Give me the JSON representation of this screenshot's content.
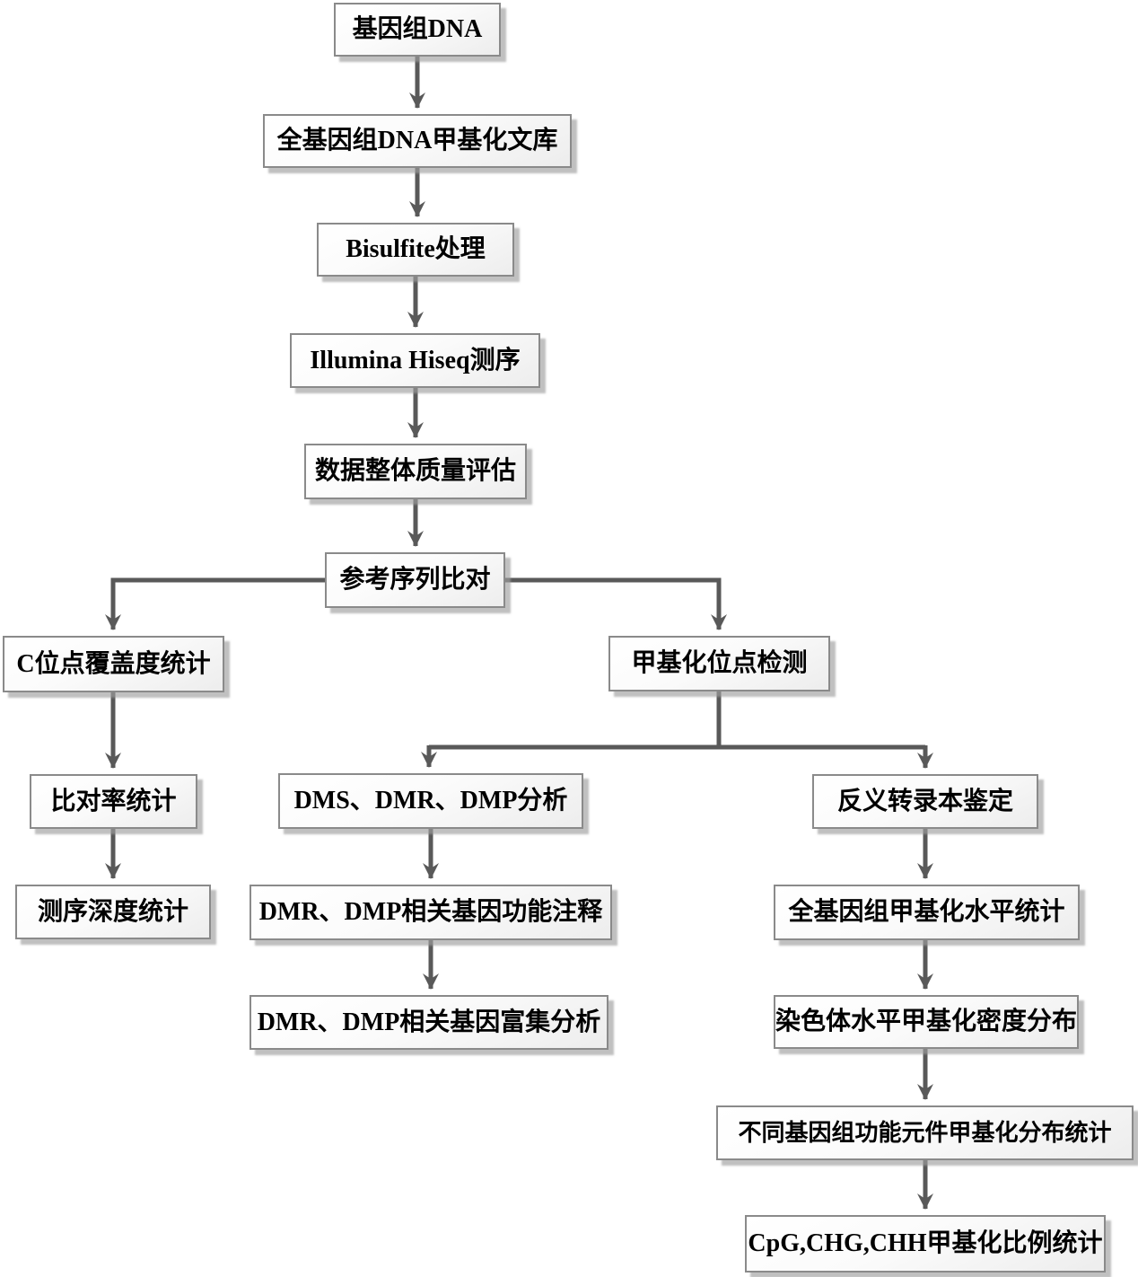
{
  "diagram": {
    "type": "flowchart",
    "colors": {
      "background": "#ffffff",
      "line": "#595959",
      "box_border": "#8a8a8a",
      "box_fill_top": "#ffffff",
      "box_fill_bottom": "#ededed",
      "box_shadow": "#9e9e9e",
      "text": "#000000"
    },
    "nodes": [
      {
        "id": "genomic-dna",
        "label": "基因组DNA"
      },
      {
        "id": "wgbs-library",
        "label": "全基因组DNA甲基化文库"
      },
      {
        "id": "bisulfite-treatment",
        "label": "Bisulfite处理"
      },
      {
        "id": "illumina-hiseq-sequencing",
        "label": "Illumina Hiseq测序"
      },
      {
        "id": "data-quality-assessment",
        "label": "数据整体质量评估"
      },
      {
        "id": "reference-alignment",
        "label": "参考序列比对"
      },
      {
        "id": "c-site-coverage-stats",
        "label": "C位点覆盖度统计"
      },
      {
        "id": "alignment-rate-stats",
        "label": "比对率统计"
      },
      {
        "id": "sequencing-depth-stats",
        "label": "测序深度统计"
      },
      {
        "id": "methylation-site-detection",
        "label": "甲基化位点检测"
      },
      {
        "id": "dms-dmr-dmp-analysis",
        "label": "DMS、DMR、DMP分析"
      },
      {
        "id": "dmr-dmp-gene-function-annotation",
        "label": "DMR、DMP相关基因功能注释"
      },
      {
        "id": "dmr-dmp-gene-enrichment-analysis",
        "label": "DMR、DMP相关基因富集分析"
      },
      {
        "id": "antisense-transcript-identification",
        "label": "反义转录本鉴定"
      },
      {
        "id": "genome-methylation-level-stats",
        "label": "全基因组甲基化水平统计"
      },
      {
        "id": "chromosome-methylation-density",
        "label": "染色体水平甲基化密度分布"
      },
      {
        "id": "functional-element-methylation-stats",
        "label": "不同基因组功能元件甲基化分布统计"
      },
      {
        "id": "cpg-chg-chh-ratio-stats",
        "label": "CpG,CHG,CHH甲基化比例统计"
      }
    ],
    "edges": [
      {
        "from": "genomic-dna",
        "to": "wgbs-library"
      },
      {
        "from": "wgbs-library",
        "to": "bisulfite-treatment"
      },
      {
        "from": "bisulfite-treatment",
        "to": "illumina-hiseq-sequencing"
      },
      {
        "from": "illumina-hiseq-sequencing",
        "to": "data-quality-assessment"
      },
      {
        "from": "data-quality-assessment",
        "to": "reference-alignment"
      },
      {
        "from": "reference-alignment",
        "to": "c-site-coverage-stats"
      },
      {
        "from": "reference-alignment",
        "to": "methylation-site-detection"
      },
      {
        "from": "c-site-coverage-stats",
        "to": "alignment-rate-stats"
      },
      {
        "from": "alignment-rate-stats",
        "to": "sequencing-depth-stats"
      },
      {
        "from": "methylation-site-detection",
        "to": "dms-dmr-dmp-analysis"
      },
      {
        "from": "methylation-site-detection",
        "to": "antisense-transcript-identification"
      },
      {
        "from": "dms-dmr-dmp-analysis",
        "to": "dmr-dmp-gene-function-annotation"
      },
      {
        "from": "dmr-dmp-gene-function-annotation",
        "to": "dmr-dmp-gene-enrichment-analysis"
      },
      {
        "from": "antisense-transcript-identification",
        "to": "genome-methylation-level-stats"
      },
      {
        "from": "genome-methylation-level-stats",
        "to": "chromosome-methylation-density"
      },
      {
        "from": "chromosome-methylation-density",
        "to": "functional-element-methylation-stats"
      },
      {
        "from": "functional-element-methylation-stats",
        "to": "cpg-chg-chh-ratio-stats"
      }
    ]
  }
}
